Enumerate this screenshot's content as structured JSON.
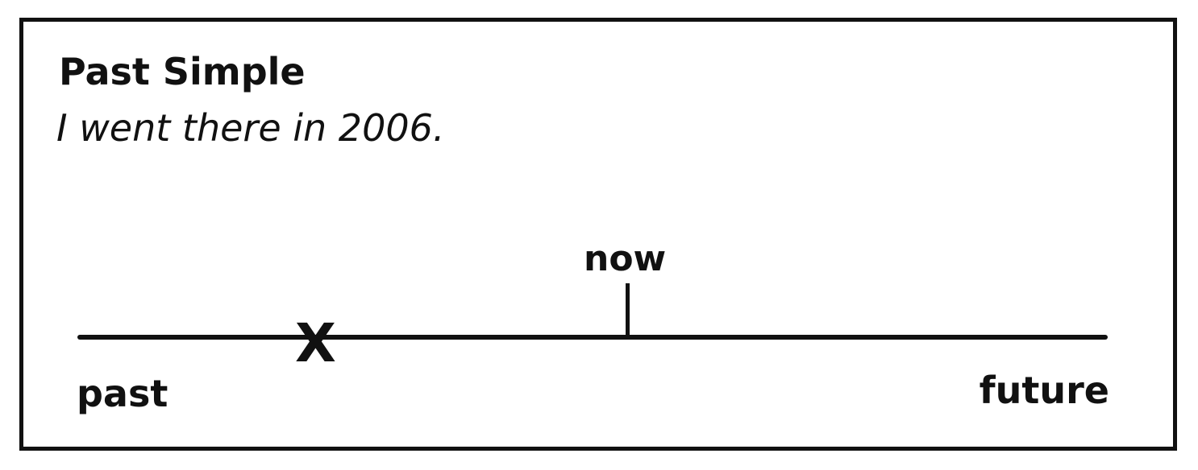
{
  "title": "Past Simple",
  "example_sentence": "I went there in 2006.",
  "timeline": {
    "start_label": "past",
    "end_label": "future",
    "reference_label": "now",
    "event_marker": "X"
  }
}
